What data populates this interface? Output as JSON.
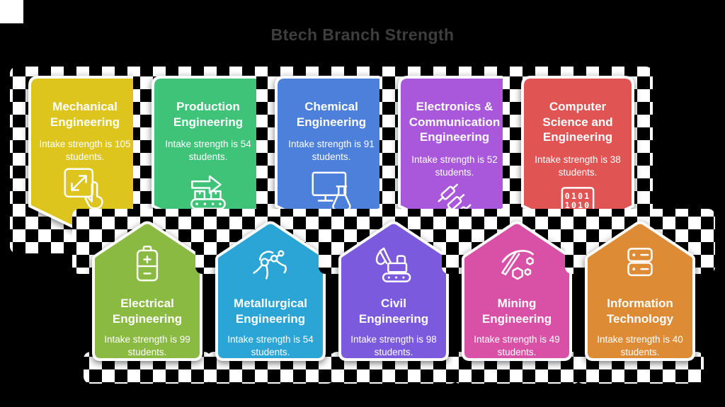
{
  "title": "Btech Branch Strength",
  "colors": {
    "page_bg": "#000000",
    "checker_light": "#ffffff",
    "checker_dark": "#000000",
    "title_text": "#3e3e3e",
    "card_text": "#ffffff",
    "card_border": "#ffffff"
  },
  "cards": [
    {
      "name": "Mechanical Engineering",
      "intake": "Intake strength is 105 students.",
      "color": "#ddc51e",
      "icon": "touch-expand-icon",
      "row": "top"
    },
    {
      "name": "Production Engineering",
      "intake": "Intake strength is 54 students.",
      "color": "#3ec378",
      "icon": "conveyor-icon",
      "row": "top"
    },
    {
      "name": "Chemical Engineering",
      "intake": "Intake strength is 91 students.",
      "color": "#4d80db",
      "icon": "monitor-flask-icon",
      "row": "top"
    },
    {
      "name": "Electronics & Communication Engineering",
      "intake": "Intake strength is 52 students.",
      "color": "#a958dc",
      "icon": "resistors-icon",
      "row": "top"
    },
    {
      "name": "Computer Science and Engineering",
      "intake": "Intake strength is 38 students.",
      "color": "#e05454",
      "icon": "binary-monitor-icon",
      "row": "top"
    },
    {
      "name": "Electrical Engineering",
      "intake": "Intake strength is 99 students.",
      "color": "#8aba42",
      "icon": "battery-icon",
      "row": "bottom"
    },
    {
      "name": "Metallurgical Engineering",
      "intake": "Intake strength is 54 students.",
      "color": "#2ba4d6",
      "icon": "molecule-icon",
      "row": "bottom"
    },
    {
      "name": "Civil Engineering",
      "intake": "Intake strength is 98 students.",
      "color": "#7b5ade",
      "icon": "excavator-icon",
      "row": "bottom"
    },
    {
      "name": "Mining Engineering",
      "intake": "Intake strength is 49 students.",
      "color": "#d951a7",
      "icon": "pickaxe-icon",
      "row": "bottom"
    },
    {
      "name": "Information Technology",
      "intake": "Intake strength is 40 students.",
      "color": "#de8b35",
      "icon": "server-icon",
      "row": "bottom"
    }
  ],
  "chart_data": {
    "type": "table",
    "title": "Btech Branch Strength",
    "categories": [
      "Mechanical Engineering",
      "Production Engineering",
      "Chemical Engineering",
      "Electronics & Communication Engineering",
      "Computer Science and Engineering",
      "Electrical Engineering",
      "Metallurgical Engineering",
      "Civil Engineering",
      "Mining Engineering",
      "Information Technology"
    ],
    "values": [
      105,
      54,
      91,
      52,
      38,
      99,
      54,
      98,
      49,
      40
    ],
    "unit": "students"
  }
}
